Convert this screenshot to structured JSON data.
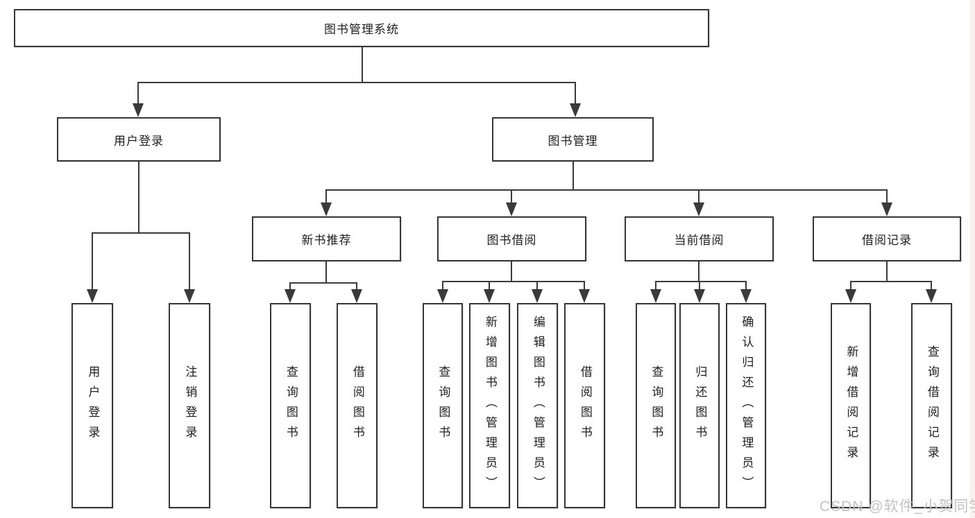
{
  "diagram": {
    "root": "图书管理系统",
    "branches": [
      {
        "label": "用户登录",
        "children": [
          "用户登录",
          "注销登录"
        ]
      },
      {
        "label": "图书管理",
        "children": [
          {
            "label": "新书推荐",
            "children": [
              "查询图书",
              "借阅图书"
            ]
          },
          {
            "label": "图书借阅",
            "children": [
              "查询图书",
              "新增图书（管理员）",
              "编辑图书（管理员）",
              "借阅图书"
            ]
          },
          {
            "label": "当前借阅",
            "children": [
              "查询图书",
              "归还图书",
              "确认归还（管理员）"
            ]
          },
          {
            "label": "借阅记录",
            "children": [
              "新增借阅记录",
              "查询借阅记录"
            ]
          }
        ]
      }
    ]
  },
  "watermark": {
    "text": "CSDN @软件_小贺同学"
  },
  "colors": {
    "line": "#3a3a3a",
    "node_border": "#363636",
    "background": "#ffffff",
    "watermark": "#c3c3c3",
    "right_edge_stripe": "#fbf0f0"
  }
}
